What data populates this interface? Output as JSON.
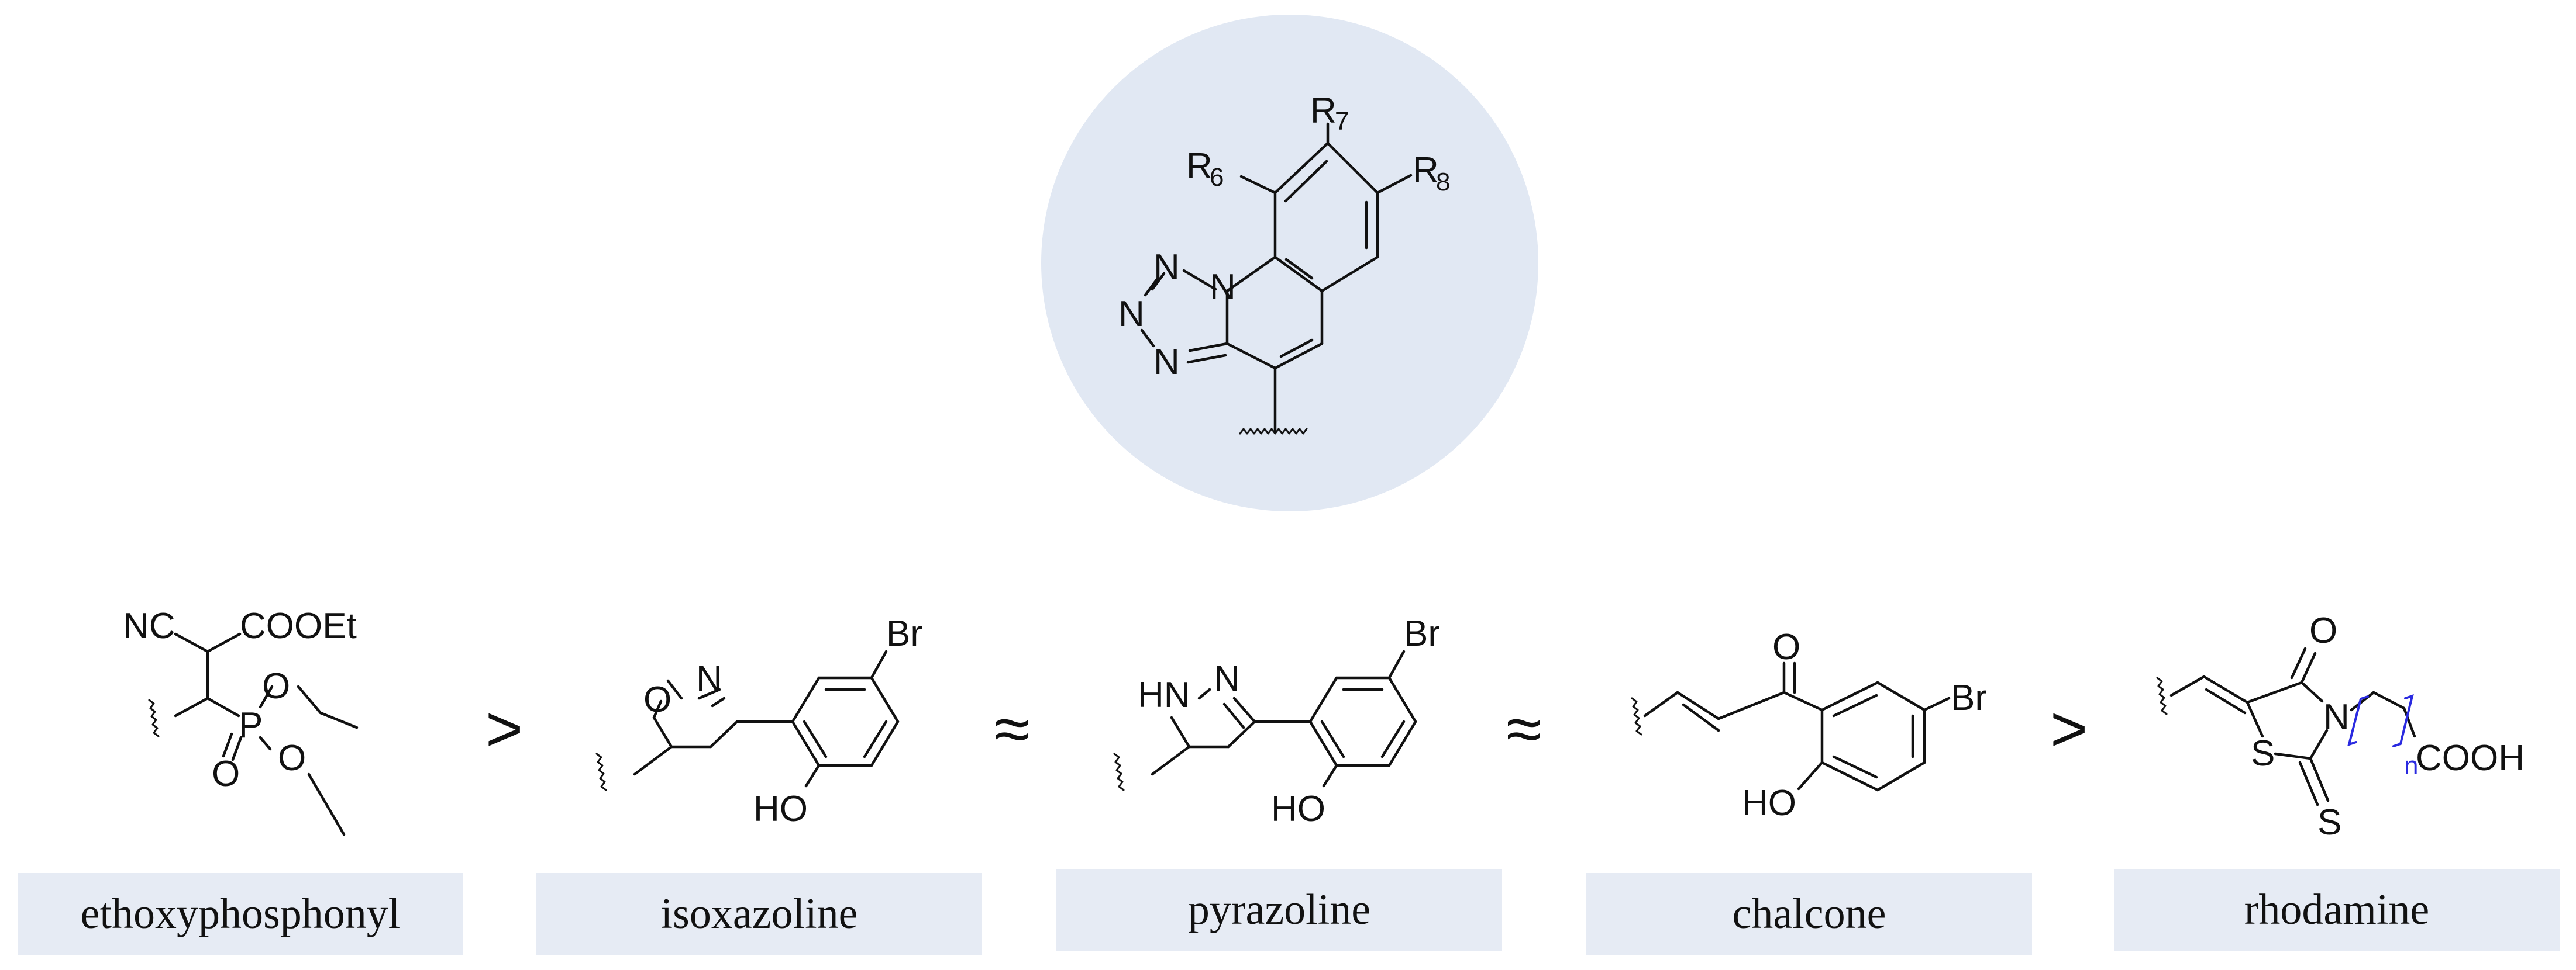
{
  "core": {
    "substituents": [
      "R",
      "6",
      "R",
      "7",
      "R",
      "8"
    ],
    "atoms": [
      "N",
      "N",
      "N",
      "N"
    ],
    "fill_color": "#e1e8f3"
  },
  "operators": [
    ">",
    "≈",
    "≈",
    ">"
  ],
  "fragments": [
    {
      "name": "ethoxyphosphonyl",
      "atoms": [
        "NC",
        "COOEt",
        "O",
        "P",
        "O",
        "O"
      ]
    },
    {
      "name": "isoxazoline",
      "atoms": [
        "O",
        "N",
        "Br",
        "HO"
      ]
    },
    {
      "name": "pyrazoline",
      "atoms": [
        "HN",
        "N",
        "Br",
        "HO"
      ]
    },
    {
      "name": "chalcone",
      "atoms": [
        "O",
        "Br",
        "HO"
      ]
    },
    {
      "name": "rhodamine",
      "atoms": [
        "O",
        "N",
        "S",
        "S",
        "n",
        "COOH"
      ]
    }
  ],
  "colors": {
    "label_bg": "#e6ebf4",
    "bracket": "#2a2ae0",
    "ink": "#111111"
  }
}
